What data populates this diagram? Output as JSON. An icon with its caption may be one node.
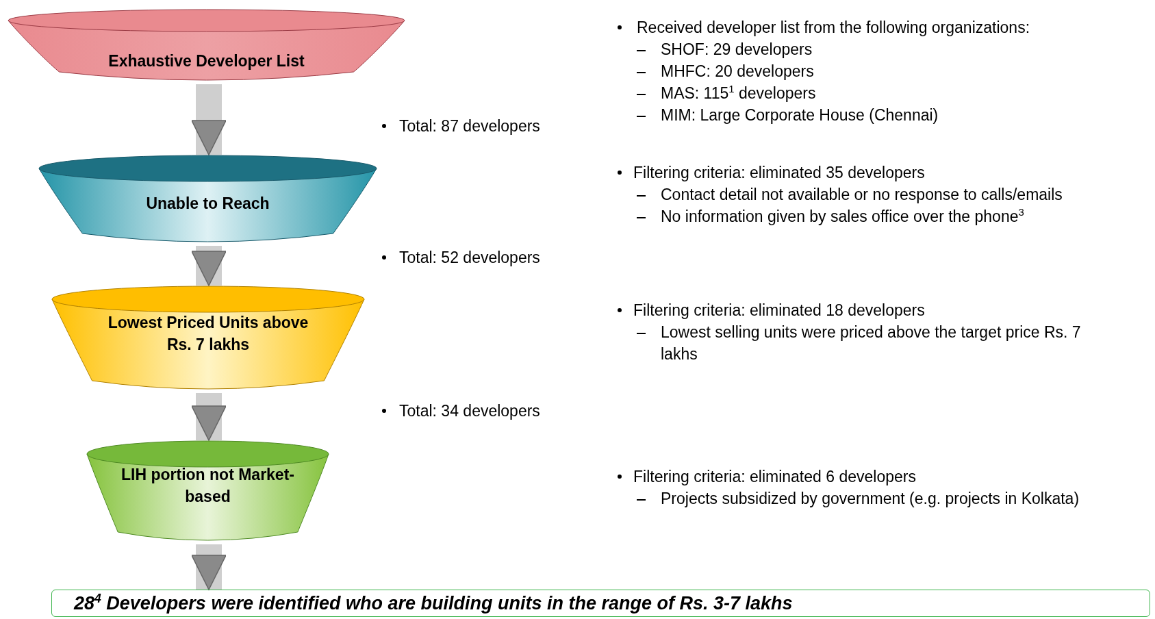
{
  "diagram": {
    "nodes": [
      {
        "text": [
          "Exhaustive Developer List"
        ]
      },
      {
        "text": [
          "Unable to Reach"
        ]
      },
      {
        "text": [
          "Lowest Priced Units above Rs. 7 lakhs"
        ]
      },
      {
        "text": [
          "LIH portion not Market-based"
        ]
      },
      {
        "text": [
          "28$^{4}$ Developers were identified who are building units in the range of Rs. 3-7 lakhs"
        ]
      }
    ],
    "edges": [
      {
        "from": 0,
        "to": 1,
        "arrow": "to"
      },
      {
        "from": 1,
        "to": 2,
        "arrow": "to"
      },
      {
        "from": 2,
        "to": 3,
        "arrow": "to"
      },
      {
        "from": 3,
        "to": 4,
        "arrow": "to"
      }
    ],
    "labels": [
      "Received developer list from the following organizations:",
      "SHOF: 29 developers",
      "MHFC: 20 developers",
      "MAS: 115$^{1}$ developers",
      "MIM: Large Corporate House (Chennai)",
      "Total: 87 developers",
      "Filtering criteria: eliminated 35 developers",
      "Contact detail not available or no response to calls/emails",
      "No information given by sales office over the phone$^{3}$",
      "Total: 52 developers",
      "Filtering criteria: eliminated 18 developers",
      "Lowest selling units were priced above the target price  Rs. 7 lakhs",
      "Total: 34 developers",
      "Filtering criteria: eliminated 6 developers",
      "Projects subsidized by government (e.g. projects in Kolkata)"
    ]
  }
}
